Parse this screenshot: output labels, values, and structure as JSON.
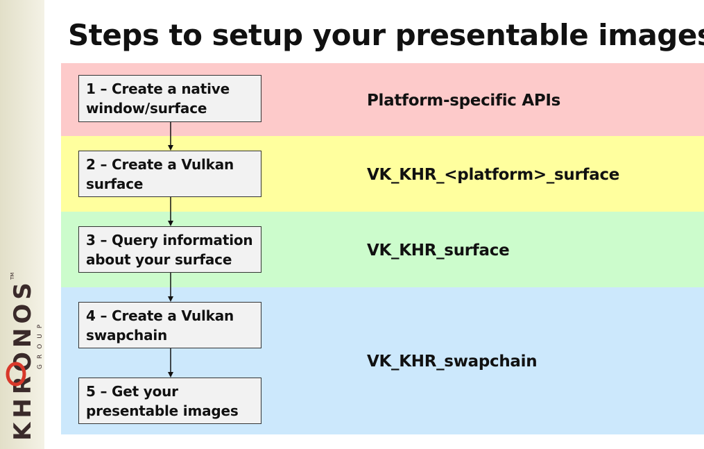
{
  "title": "Steps to setup your presentable images",
  "logo": {
    "text": "KHRONOS",
    "sub": "GROUP",
    "tm": "TM"
  },
  "colors": {
    "red_band": "#fdcaca",
    "yellow_band": "#ffff9e",
    "green_band": "#ccfccc",
    "blue_band": "#cce8fc",
    "logo_red": "#d8382a"
  },
  "bands": [
    {
      "label": "Platform-specific APIs"
    },
    {
      "label": "VK_KHR_<platform>_surface"
    },
    {
      "label": "VK_KHR_surface"
    },
    {
      "label": "VK_KHR_swapchain"
    }
  ],
  "steps": [
    {
      "line1": "1 – Create a native",
      "line2": "window/surface"
    },
    {
      "line1": "2 – Create a Vulkan",
      "line2": "surface"
    },
    {
      "line1": "3 – Query information",
      "line2": "about your surface"
    },
    {
      "line1": "4 – Create a Vulkan",
      "line2": "swapchain"
    },
    {
      "line1": "5 – Get your",
      "line2": "presentable images"
    }
  ]
}
